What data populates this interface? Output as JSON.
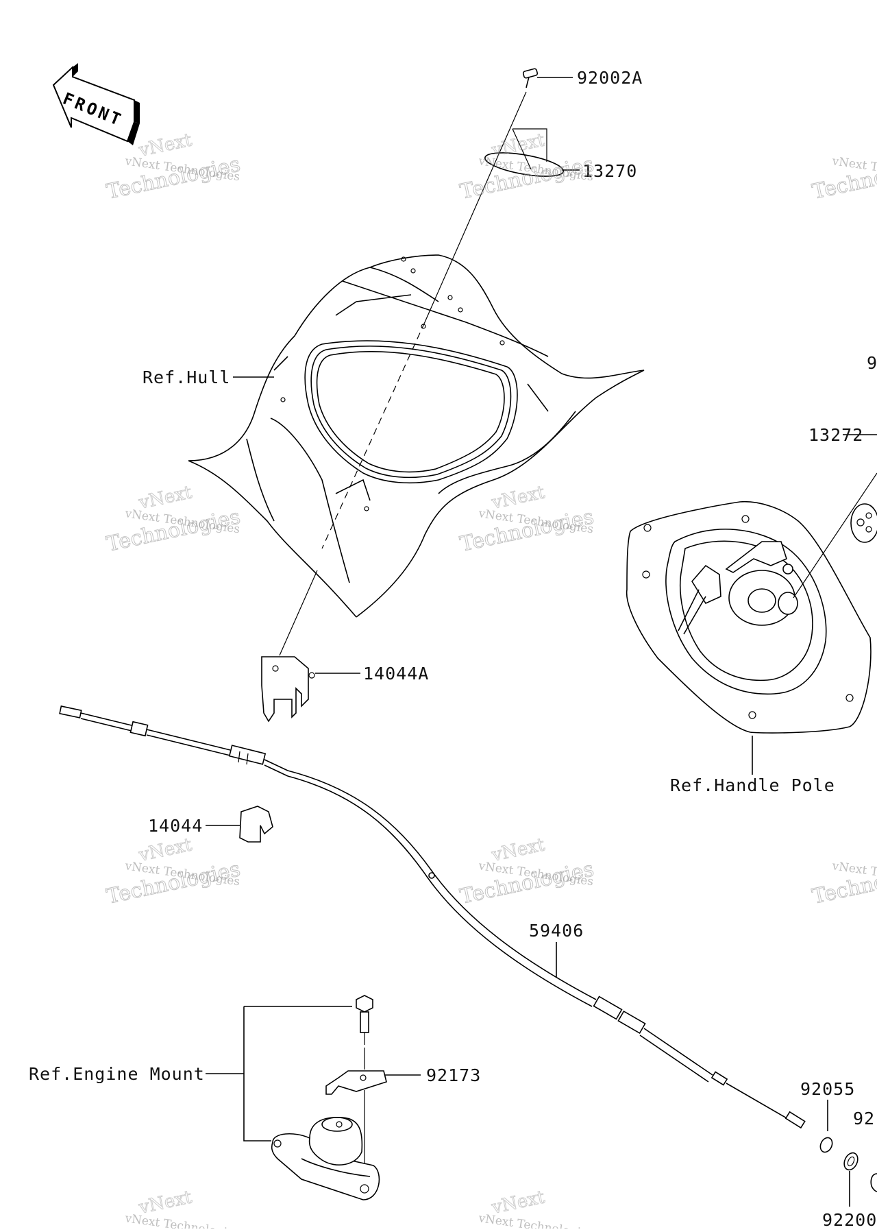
{
  "front_arrow": {
    "text": "FRONT"
  },
  "labels": {
    "p92002A": "92002A",
    "p13270": "13270",
    "ref_hull": "Ref.Hull",
    "p13272": "13272",
    "p14044A": "14044A",
    "ref_handle_pole": "Ref.Handle Pole",
    "p14044": "14044",
    "p59406": "59406",
    "ref_engine_mount": "Ref.Engine Mount",
    "p92173": "92173",
    "p92055": "92055",
    "clip_right_1": "9",
    "clip_right_2": "92",
    "clip_right_3": "92200"
  },
  "watermark": {
    "line_small": "vNext Technologies",
    "line_brand": "vNext",
    "line_large": "Technologies"
  }
}
